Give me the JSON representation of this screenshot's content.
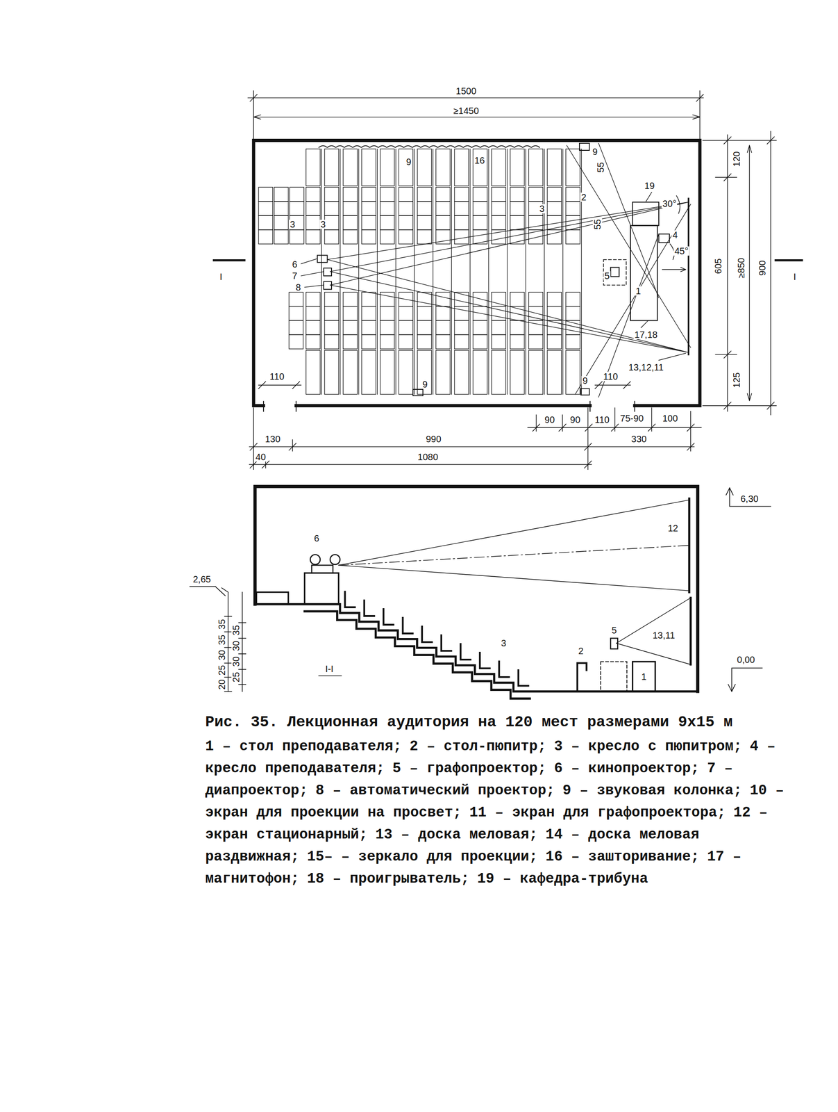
{
  "diagram": {
    "caption": "Рис. 35. Лекционная аудитория на 120 мест размерами 9х15 м",
    "labels": [
      "1500",
      "≥1450",
      "120",
      "605",
      "≥850",
      "900",
      "125",
      "I",
      "I",
      "9",
      "16",
      "9",
      "55",
      "2",
      "55",
      "19",
      "30°",
      "3",
      "3",
      "3",
      "4",
      "45°",
      "6",
      "7",
      "8",
      "5",
      "1",
      "17,18",
      "13,12,11",
      "110",
      "9",
      "110",
      "9",
      "90",
      "90",
      "110",
      "75-90",
      "100",
      "130",
      "990",
      "330",
      "40",
      "1080",
      "6,30",
      "6",
      "12",
      "2,65",
      "20",
      "25",
      "30",
      "35",
      "35",
      "25",
      "30",
      "30",
      "35",
      "13,11",
      "5",
      "3",
      "2",
      "1",
      "I-I",
      "0,00",
      "1 – стол преподавателя;",
      "2 – стол-пюпитр;",
      "3 – кресло с пюпитром;",
      "4 – кресло преподавателя;",
      "5 – графопроектор;",
      "6 – кинопроектор;",
      "7 – диапроектор;",
      "8 – автоматический проектор;",
      "9 – звуковая колонка;",
      "10 – экран для проекции на просвет;",
      "11 – экран для графопроектора;",
      "12 – экран стационарный;",
      "13 – доска меловая;",
      "14 – доска меловая раздвижная;",
      "15– – зеркало для проекции;",
      "16 – зашторивание;",
      "17 – магнитофон;",
      "18 – проигрыватель;",
      "19 – кафедра-трибуна"
    ]
  }
}
